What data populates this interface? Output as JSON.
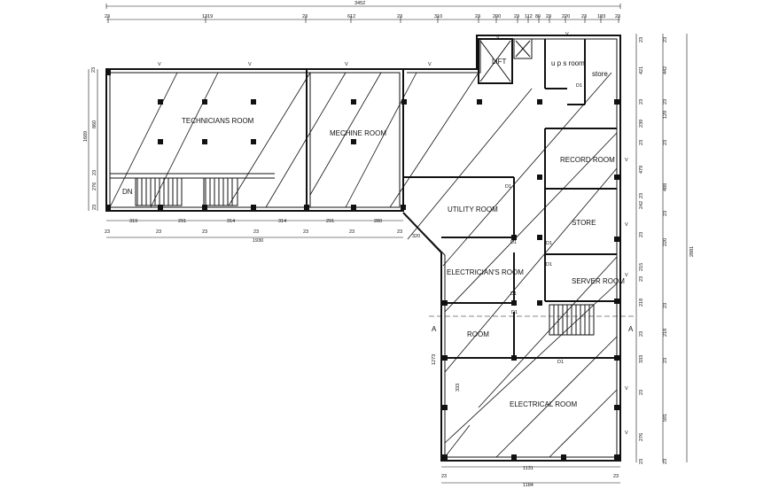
{
  "rooms": {
    "technicians": "TECHNICIANS ROOM",
    "machine": "MECHINE ROOM",
    "lift": "LIFT",
    "ups": "u p s room",
    "store_top": "store",
    "record": "RECORD ROOM",
    "utility": "UTILITY ROOM",
    "store_mid": "STORE",
    "electricians": "ELECTRICIAN'S ROOM",
    "server": "SERVER ROOM",
    "room": "ROOM",
    "electrical": "ELECTRICAL ROOM"
  },
  "marks": {
    "dn": "DN",
    "door": "D1",
    "section": "A",
    "vent": "V"
  },
  "dims": {
    "top_total": "3452",
    "top_segments": [
      "23",
      "1319",
      "23",
      "612",
      "23",
      "310",
      "23",
      "200",
      "23",
      "112",
      "80",
      "23",
      "220",
      "23",
      "183",
      "23"
    ],
    "left_total": "1669",
    "left_segments": [
      "23",
      "860",
      "23",
      "276",
      "23"
    ],
    "lower_segments": [
      "23",
      "319",
      "23",
      "291",
      "23",
      "314",
      "23",
      "314",
      "23",
      "291",
      "23",
      "280",
      "23"
    ],
    "lower_total": "1930",
    "right_total": "2881",
    "right_segments": [
      "23",
      "421",
      "23",
      "239",
      "23",
      "479",
      "23",
      "242",
      "23",
      "215",
      "23",
      "218",
      "23",
      "333",
      "23",
      "276",
      "23"
    ],
    "right_outer": [
      "23",
      "442",
      "23",
      "129",
      "23",
      "488",
      "23",
      "220",
      "23",
      "218",
      "23",
      "591",
      "23"
    ],
    "bottom_inner": "1131",
    "bottom_total": "1184",
    "bottom_ends": [
      "23",
      "23"
    ],
    "diag": "320",
    "mid_vert": "1273",
    "room_h": "333"
  }
}
